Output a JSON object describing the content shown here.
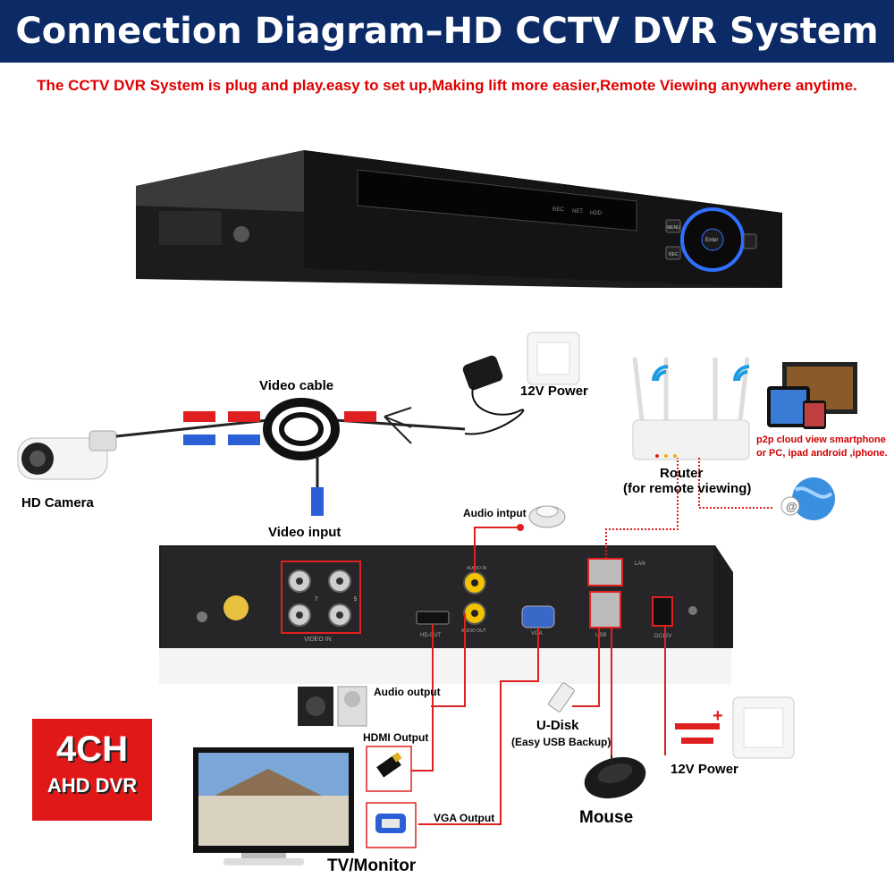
{
  "header": {
    "title": "Connection Diagram–HD CCTV DVR System"
  },
  "subtitle": "The CCTV DVR System is plug and play.easy to set up,Making lift more easier,Remote Viewing anywhere anytime.",
  "labels": {
    "video_cable": "Video cable",
    "power_top": "12V Power",
    "hd_camera": "HD Camera",
    "video_input": "Video input",
    "audio_input": "Audio intput",
    "router_line1": "Router",
    "router_line2": "(for remote viewing)",
    "p2p_line1": "p2p cloud  view smartphone",
    "p2p_line2": "or PC, ipad android ,iphone.",
    "audio_output": "Audio output",
    "hdmi_output": "HDMI Output",
    "vga_output": "VGA Output",
    "udisk_line1": "U-Disk",
    "udisk_line2": "(Easy USB Backup)",
    "power_bottom": "12V Power",
    "mouse": "Mouse",
    "tv_monitor": "TV/Monitor"
  },
  "front_panel": {
    "indicators": [
      "REC",
      "NET",
      "HDD"
    ],
    "menu": "MENU",
    "rec": "REC",
    "enter": "Enter"
  },
  "back_panel": {
    "video_in": "VIDEO IN",
    "hd_out": "HD-OUT",
    "audio_in": "AUDIO IN",
    "audio_out": "AUDIO OUT",
    "vga": "VGA",
    "usb": "USB",
    "lan": "LAN",
    "dc": "DC12V",
    "channel_numbers": [
      "7",
      "5"
    ]
  },
  "badge": {
    "line1": "4CH",
    "line2": "AHD DVR"
  },
  "colors": {
    "header_bg": "#0b2a66",
    "accent_red": "#e00000",
    "badge_red": "#e01818",
    "wire_red": "#e02020"
  }
}
